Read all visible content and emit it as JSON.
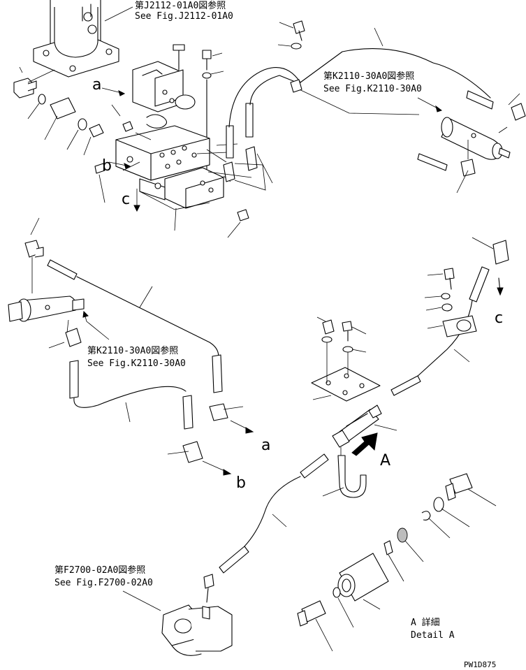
{
  "references": {
    "ref_top": {
      "jp": "第J2112-01A0図参照",
      "en": "See Fig.J2112-01A0"
    },
    "ref_right": {
      "jp": "第K2110-30A0図参照",
      "en": "See Fig.K2110-30A0"
    },
    "ref_mid": {
      "jp": "第K2110-30A0図参照",
      "en": "See Fig.K2110-30A0"
    },
    "ref_bottom": {
      "jp": "第F2700-02A0図参照",
      "en": "See Fig.F2700-02A0"
    }
  },
  "connection_letters": {
    "a1": "a",
    "b1": "b",
    "c1": "c",
    "a2": "a",
    "b2": "b",
    "c2": "c",
    "detail_marker": "A"
  },
  "detail": {
    "jp": "A 詳細",
    "en": "Detail A"
  },
  "drawing_code": "PW1D875"
}
